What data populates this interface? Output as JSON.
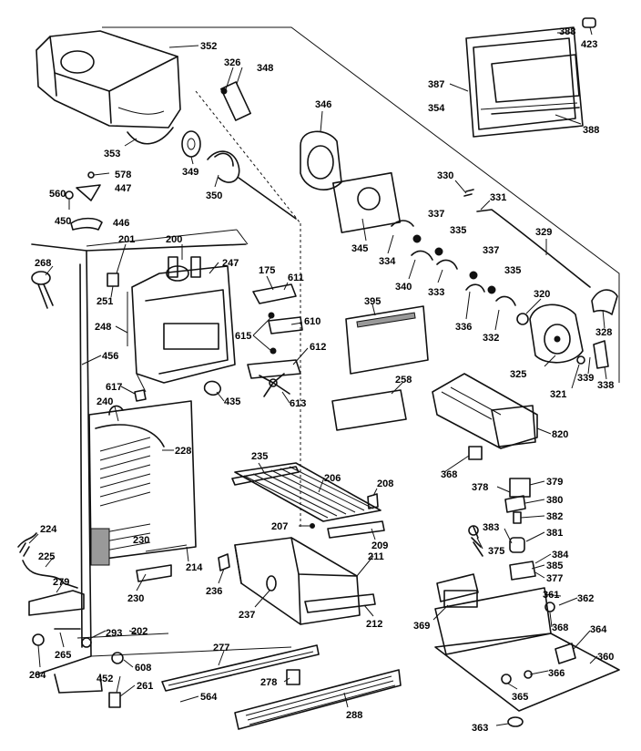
{
  "callouts": [
    "352",
    "326",
    "348",
    "388",
    "423",
    "387",
    "388",
    "354",
    "346",
    "349",
    "350",
    "353",
    "578",
    "447",
    "560",
    "450",
    "446",
    "330",
    "331",
    "345",
    "337",
    "335",
    "329",
    "334",
    "340",
    "333",
    "337",
    "335",
    "336",
    "332",
    "320",
    "328",
    "325",
    "339",
    "338",
    "321",
    "395",
    "258",
    "820",
    "200",
    "201",
    "247",
    "268",
    "251",
    "175",
    "611",
    "610",
    "615",
    "612",
    "248",
    "456",
    "617",
    "240",
    "435",
    "613",
    "228",
    "368",
    "378",
    "379",
    "380",
    "382",
    "381",
    "383",
    "375",
    "384",
    "385",
    "377",
    "235",
    "206",
    "208",
    "207",
    "209",
    "211",
    "224",
    "225",
    "279",
    "214",
    "230",
    "230",
    "236",
    "237",
    "212",
    "361",
    "362",
    "369",
    "368",
    "364",
    "360",
    "366",
    "365",
    "363",
    "293",
    "202",
    "265",
    "264",
    "608",
    "452",
    "261",
    "564",
    "277",
    "278",
    "288"
  ]
}
